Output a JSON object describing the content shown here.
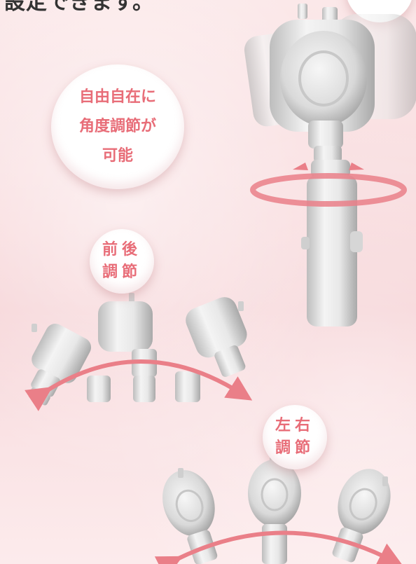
{
  "top_text": "設定できます。",
  "angle_bubble": {
    "line1": "自由自在に",
    "line2": "角度調節が",
    "line3": "可能"
  },
  "front_back_bubble": {
    "line1": "前後",
    "line2": "調節"
  },
  "left_right_bubble": {
    "line1": "左右",
    "line2": "調節"
  },
  "colors": {
    "accent": "#e86d78",
    "arrow": "#ea7f88",
    "device": "#e6e6e6"
  }
}
